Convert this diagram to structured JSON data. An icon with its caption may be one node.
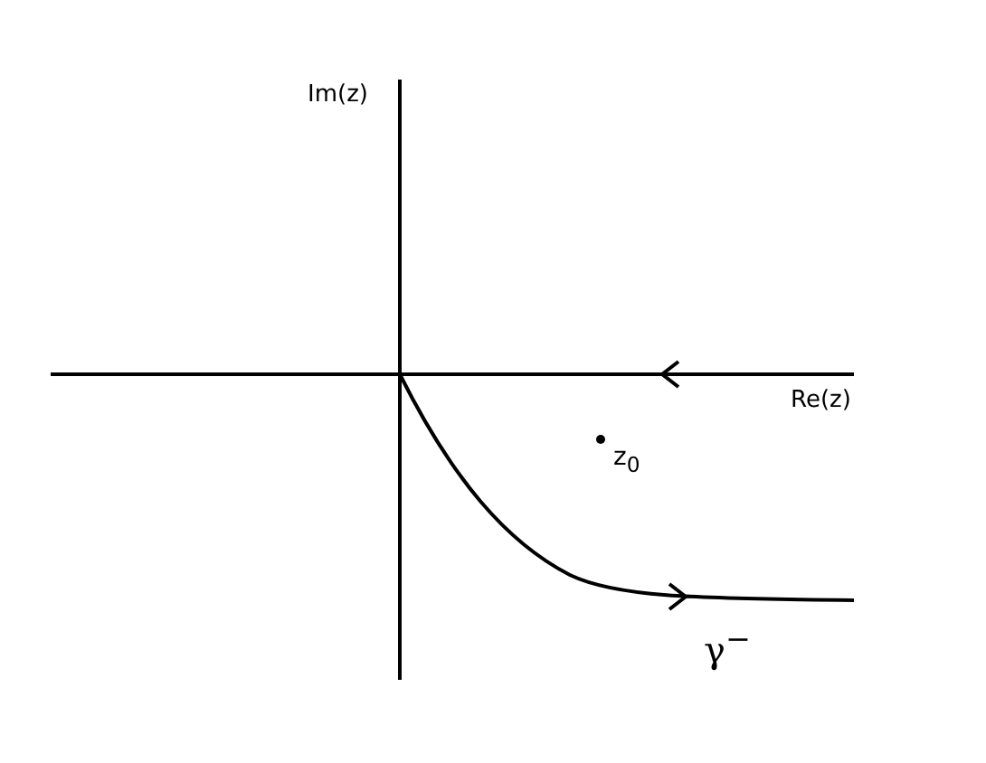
{
  "diagram": {
    "labels": [
      "Im(z)",
      "Re(z)",
      "z$_{0}$",
      "γ$^{−}$"
    ]
  }
}
